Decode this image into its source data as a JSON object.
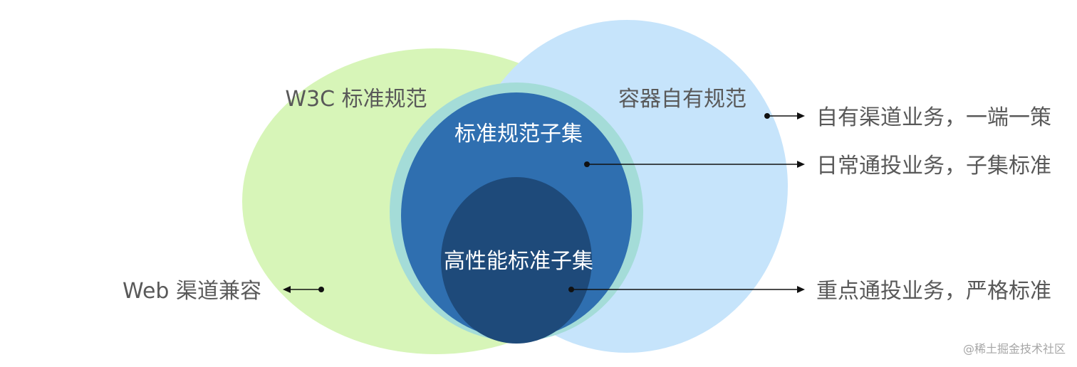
{
  "diagram": {
    "colors": {
      "w3c_region": "#d7f5b8",
      "container_region": "#c6e4fb",
      "overlap_ring": "#a4dcd8",
      "subset_region": "#2f6fb0",
      "high_perf_region": "#1e4a7a",
      "label_text": "#595959",
      "inner_text": "#ffffff",
      "arrow": "#111111"
    },
    "regions": {
      "w3c_label": "W3C 标准规范",
      "container_label": "容器自有规范",
      "subset_label": "标准规范子集",
      "high_perf_label": "高性能标准子集"
    },
    "annotations": {
      "own_channel": "自有渠道业务，一端一策",
      "daily_delivery": "日常通投业务，子集标准",
      "key_delivery": "重点通投业务，严格标准",
      "web_channel": "Web 渠道兼容"
    },
    "watermark": "@稀土掘金技术社区"
  }
}
